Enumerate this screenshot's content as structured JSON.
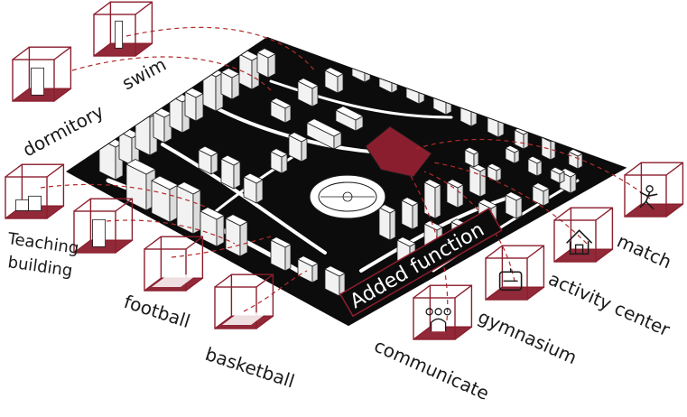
{
  "colors": {
    "accent": "#8b1e2e",
    "ground": "#0c0c0c",
    "building_fill": "#ffffff",
    "building_stroke": "#1a1a1a",
    "connector": "#b22a2a"
  },
  "banner": {
    "text": "Added function"
  },
  "existing_functions": [
    {
      "label": "swim",
      "icon": "pool-icon"
    },
    {
      "label": "dormitory",
      "icon": "tower-icon"
    },
    {
      "label": "Teaching building",
      "label_line1": "Teaching",
      "label_line2": "building",
      "icon": "blocks-icon"
    },
    {
      "label": "football",
      "icon": "field-icon"
    },
    {
      "label": "basketball",
      "icon": "court-icon"
    }
  ],
  "added_functions": [
    {
      "label": "match",
      "icon": "runner-icon"
    },
    {
      "label": "activity center",
      "icon": "house-icon"
    },
    {
      "label": "gymnasium",
      "icon": "treadmill-icon"
    },
    {
      "label": "communicate",
      "icon": "people-bulbs-icon"
    }
  ]
}
